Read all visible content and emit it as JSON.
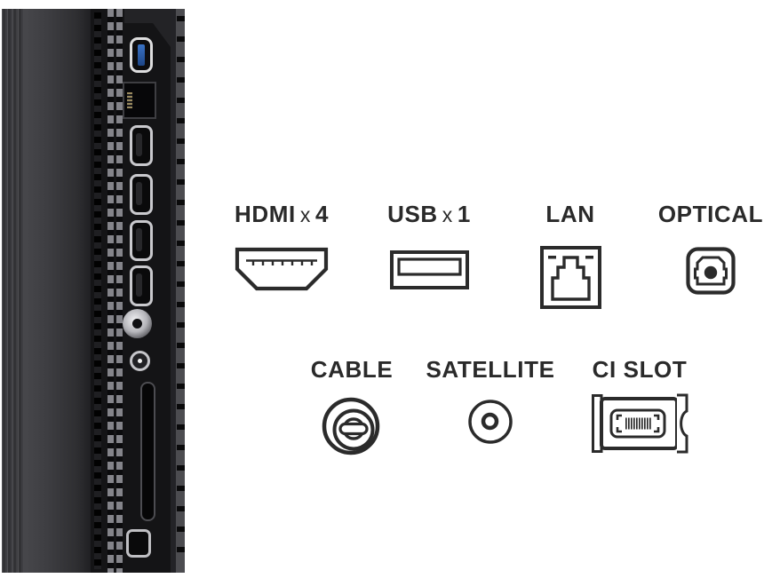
{
  "page": {
    "background_color": "#ffffff",
    "text_color": "#2a2a2a"
  },
  "photo": {
    "depicted_ports": [
      "USB",
      "LAN",
      "HDMI",
      "HDMI",
      "HDMI",
      "HDMI",
      "CABLE",
      "SATELLITE",
      "CI SLOT",
      "OPTICAL"
    ],
    "usb_accent_color": "#2f63b0"
  },
  "diagram": {
    "icon_stroke_color": "#2b2b2b",
    "ports": [
      {
        "name": "HDMI",
        "times": "x",
        "count": "4",
        "icon": "hdmi-connector-icon"
      },
      {
        "name": "USB",
        "times": "x",
        "count": "1",
        "icon": "usb-connector-icon"
      },
      {
        "name": "LAN",
        "icon": "lan-rj45-icon"
      },
      {
        "name": "OPTICAL",
        "icon": "optical-audio-icon"
      },
      {
        "name": "CABLE",
        "icon": "coax-cable-icon"
      },
      {
        "name": "SATELLITE",
        "icon": "satellite-f-connector-icon"
      },
      {
        "name": "CI SLOT",
        "icon": "ci-module-icon"
      }
    ]
  }
}
